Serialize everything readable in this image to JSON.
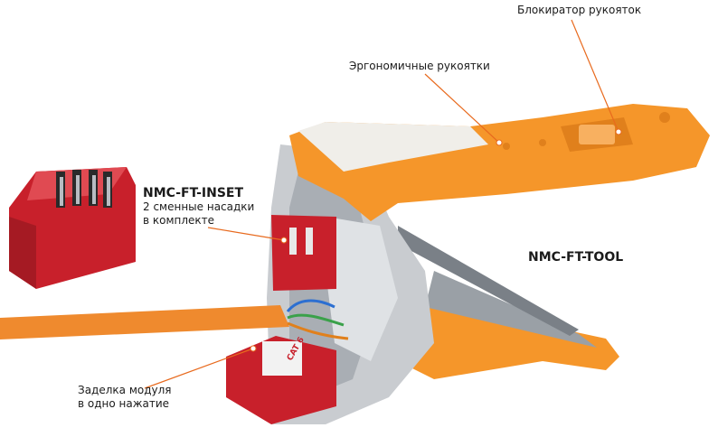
{
  "labels": {
    "handle_lock": "Блокиратор рукояток",
    "ergonomic_handles": "Эргономичные рукоятки",
    "inset_title": "NMC-FT-INSET",
    "inset_line1": "2 сменные насадки",
    "inset_line2": "в комплекте",
    "tool_name": "NMC-FT-TOOL",
    "crimp_line1": "Заделка модуля",
    "crimp_line2": "в одно нажатие",
    "module_print": "CAT 6"
  },
  "colors": {
    "handle_orange": "#f5962a",
    "insert_red": "#c8202b",
    "metal": "#c9ccd0",
    "cable": "#ef8a2e",
    "leader_line": "#e86a1e"
  }
}
